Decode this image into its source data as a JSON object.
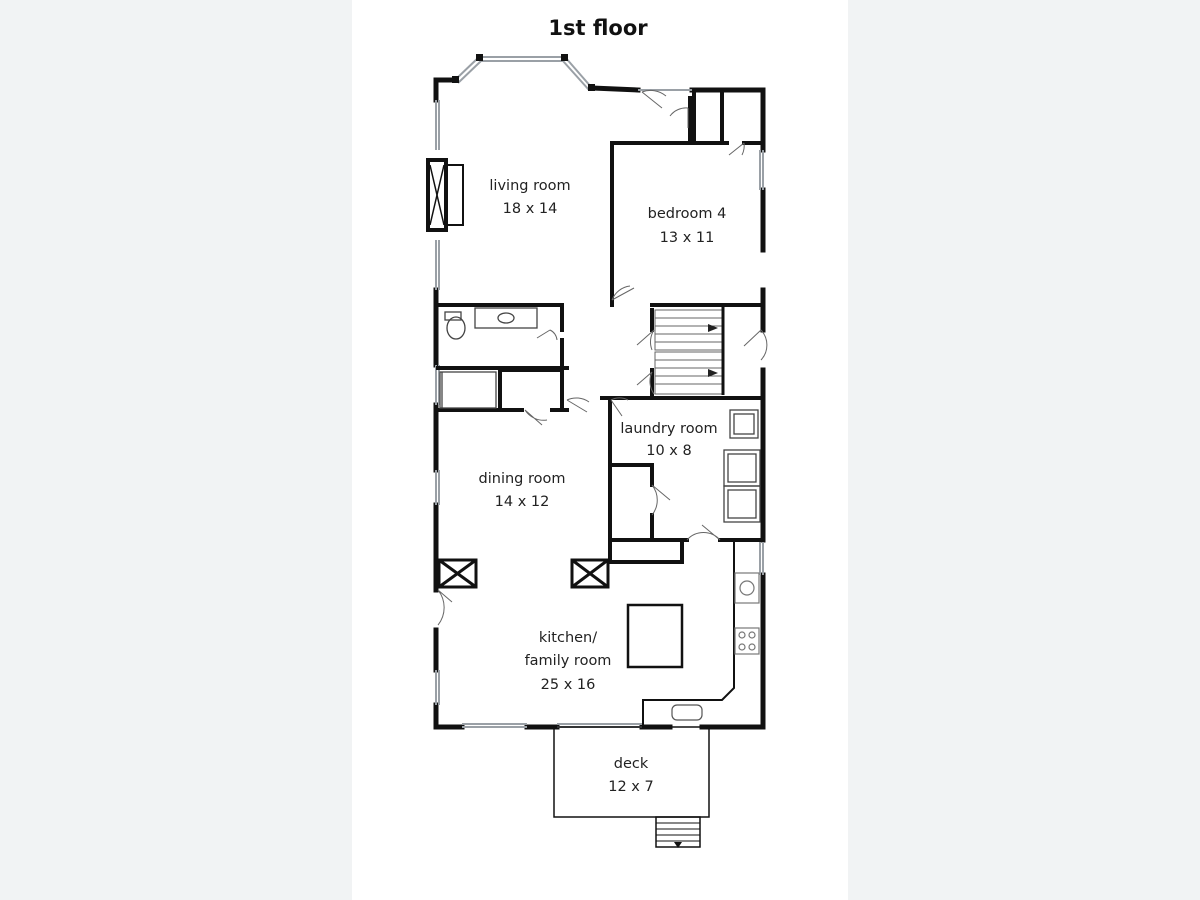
{
  "title": "1st floor",
  "rooms": [
    {
      "name": "living room",
      "dims": "18 x 14"
    },
    {
      "name": "bedroom 4",
      "dims": "13 x 11"
    },
    {
      "name": "laundry room",
      "dims": "10 x 8"
    },
    {
      "name": "dining room",
      "dims": "14 x 12"
    },
    {
      "name": "kitchen/",
      "name2": "family room",
      "dims": "25 x 16"
    },
    {
      "name": "deck",
      "dims": "12 x 7"
    }
  ],
  "colors": {
    "wall": "#111111",
    "window": "#9aa0a6",
    "page": "#ffffff",
    "backdrop": "#f1f3f4"
  }
}
